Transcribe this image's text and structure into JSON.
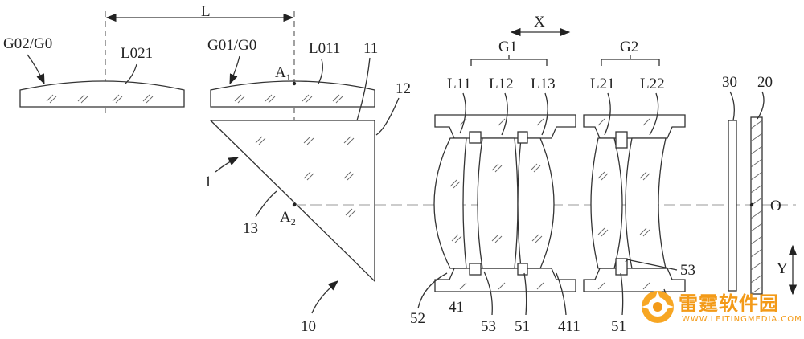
{
  "labels": {
    "L": "L",
    "G02_G0": "G02/G0",
    "L021": "L021",
    "G01_G0": "G01/G0",
    "L011": "L011",
    "n11": "11",
    "n12": "12",
    "A1": "A",
    "A1_sub": "1",
    "A2": "A",
    "A2_sub": "2",
    "n1": "1",
    "n13": "13",
    "n10": "10",
    "X": "X",
    "G1": "G1",
    "G2": "G2",
    "L11": "L11",
    "L12": "L12",
    "L13": "L13",
    "L21": "L21",
    "L22": "L22",
    "n30": "30",
    "n20": "20",
    "O": "O",
    "Y": "Y",
    "n52": "52",
    "n41": "41",
    "n53a": "53",
    "n51a": "51",
    "n411": "411",
    "n51b": "51",
    "n53b": "53"
  },
  "watermark": {
    "title": "雷霆软件园",
    "url": "WWW.LEITINGMEDIA.COM"
  }
}
